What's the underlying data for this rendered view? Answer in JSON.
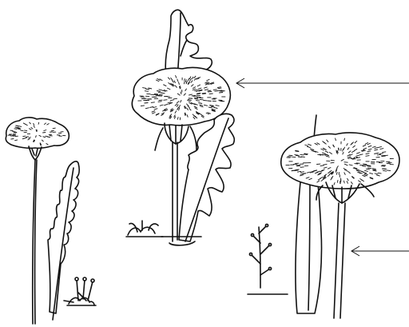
{
  "illustration": {
    "style": "black ink line drawing on white",
    "subjects": [
      "small-dandelion-plant",
      "large-dandelion-plant",
      "right-dandelion-plant"
    ],
    "pointer_arrows": 2
  },
  "colors": {
    "ink": "#111111",
    "paper": "#ffffff"
  }
}
